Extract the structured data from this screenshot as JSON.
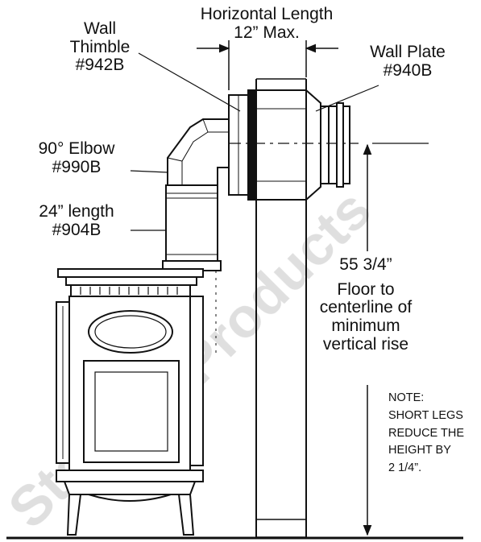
{
  "labels": {
    "horizontal_length_line1": "Horizontal Length",
    "horizontal_length_line2": "12” Max.",
    "wall_thimble_line1": "Wall",
    "wall_thimble_line2": "Thimble",
    "wall_thimble_part": "#942B",
    "wall_plate_line1": "Wall Plate",
    "wall_plate_part": "#940B",
    "elbow_line1": "90° Elbow",
    "elbow_part": "#990B",
    "length_line1": "24” length",
    "length_part": "#904B",
    "rise_value": "55 3/4”",
    "rise_line1": "Floor to",
    "rise_line2": "centerline of",
    "rise_line3": "minimum",
    "rise_line4": "vertical rise"
  },
  "note": {
    "lines": [
      "NOTE:",
      "SHORT LEGS",
      "REDUCE THE",
      "HEIGHT BY",
      "2  1/4”."
    ]
  },
  "colors": {
    "ink": "#111111",
    "background": "#ffffff",
    "watermark": "#dcdcdc"
  }
}
